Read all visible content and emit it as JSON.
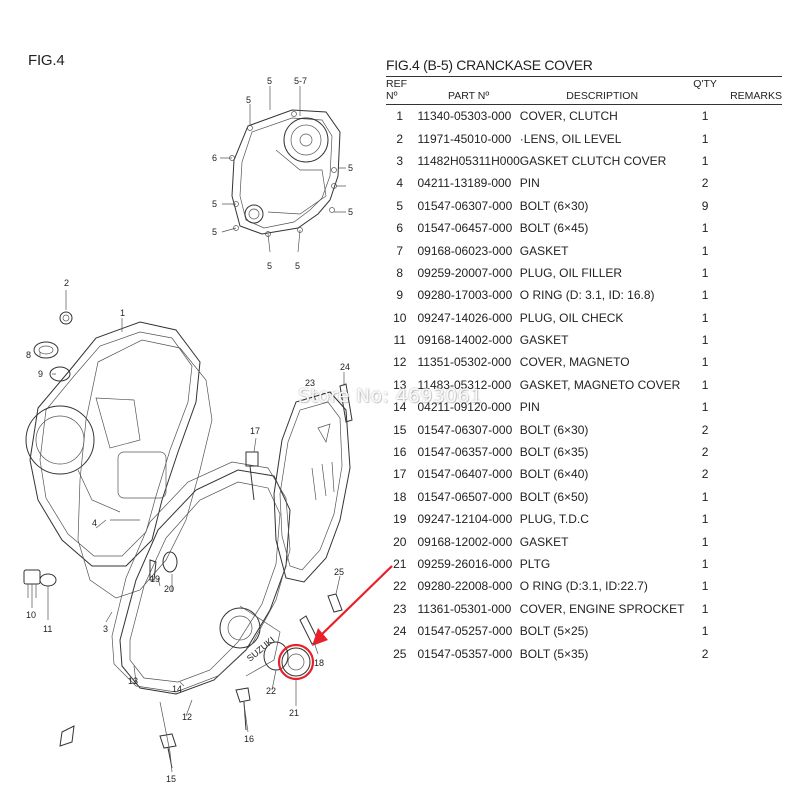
{
  "figure_label": "FIG.4",
  "parts_title": "FIG.4 (B-5) CRANCKASE COVER",
  "columns": {
    "ref": "REF Nº",
    "part": "PART Nº",
    "desc": "DESCRIPTION",
    "qty": "Q'TY",
    "remarks": "REMARKS"
  },
  "parts": [
    {
      "ref": "1",
      "part": "11340-05303-000",
      "desc": "COVER, CLUTCH",
      "qty": "1",
      "remarks": ""
    },
    {
      "ref": "2",
      "part": "11971-45010-000",
      "desc": "·LENS, OIL LEVEL",
      "qty": "1",
      "remarks": ""
    },
    {
      "ref": "3",
      "part": "11482H05311H000",
      "desc": "GASKET CLUTCH COVER",
      "qty": "1",
      "remarks": ""
    },
    {
      "ref": "4",
      "part": "04211-13189-000",
      "desc": "PIN",
      "qty": "2",
      "remarks": ""
    },
    {
      "ref": "5",
      "part": "01547-06307-000",
      "desc": "BOLT (6×30)",
      "qty": "9",
      "remarks": ""
    },
    {
      "ref": "6",
      "part": "01547-06457-000",
      "desc": "BOLT (6×45)",
      "qty": "1",
      "remarks": ""
    },
    {
      "ref": "7",
      "part": "09168-06023-000",
      "desc": "GASKET",
      "qty": "1",
      "remarks": ""
    },
    {
      "ref": "8",
      "part": "09259-20007-000",
      "desc": "PLUG, OIL FILLER",
      "qty": "1",
      "remarks": ""
    },
    {
      "ref": "9",
      "part": "09280-17003-000",
      "desc": "O RING (D: 3.1, ID: 16.8)",
      "qty": "1",
      "remarks": ""
    },
    {
      "ref": "10",
      "part": "09247-14026-000",
      "desc": "PLUG, OIL CHECK",
      "qty": "1",
      "remarks": ""
    },
    {
      "ref": "11",
      "part": "09168-14002-000",
      "desc": "GASKET",
      "qty": "1",
      "remarks": ""
    },
    {
      "ref": "12",
      "part": "11351-05302-000",
      "desc": "COVER, MAGNETO",
      "qty": "1",
      "remarks": ""
    },
    {
      "ref": "13",
      "part": "11483-05312-000",
      "desc": "GASKET, MAGNETO COVER",
      "qty": "1",
      "remarks": ""
    },
    {
      "ref": "14",
      "part": "04211-09120-000",
      "desc": "PIN",
      "qty": "1",
      "remarks": ""
    },
    {
      "ref": "15",
      "part": "01547-06307-000",
      "desc": "BOLT (6×30)",
      "qty": "2",
      "remarks": ""
    },
    {
      "ref": "16",
      "part": "01547-06357-000",
      "desc": "BOLT (6×35)",
      "qty": "2",
      "remarks": ""
    },
    {
      "ref": "17",
      "part": "01547-06407-000",
      "desc": "BOLT (6×40)",
      "qty": "2",
      "remarks": ""
    },
    {
      "ref": "18",
      "part": "01547-06507-000",
      "desc": "BOLT (6×50)",
      "qty": "1",
      "remarks": ""
    },
    {
      "ref": "19",
      "part": "09247-12104-000",
      "desc": "PLUG, T.D.C",
      "qty": "1",
      "remarks": ""
    },
    {
      "ref": "20",
      "part": "09168-12002-000",
      "desc": "GASKET",
      "qty": "1",
      "remarks": ""
    },
    {
      "ref": "21",
      "part": "09259-26016-000",
      "desc": "PLTG",
      "qty": "1",
      "remarks": ""
    },
    {
      "ref": "22",
      "part": "09280-22008-000",
      "desc": "O RING (D:3.1, ID:22.7)",
      "qty": "1",
      "remarks": ""
    },
    {
      "ref": "23",
      "part": "11361-05301-000",
      "desc": "COVER, ENGINE SPROCKET",
      "qty": "1",
      "remarks": ""
    },
    {
      "ref": "24",
      "part": "01547-05257-000",
      "desc": "BOLT (5×25)",
      "qty": "1",
      "remarks": ""
    },
    {
      "ref": "25",
      "part": "01547-05357-000",
      "desc": "BOLT (5×35)",
      "qty": "2",
      "remarks": ""
    }
  ],
  "callouts": {
    "c5a": "5",
    "c57": "5-7",
    "c5b": "5",
    "c6": "6",
    "c5c": "5",
    "c5d": "5",
    "c5e": "5",
    "c5f": "5",
    "c5g": "5",
    "c5h": "5",
    "c2": "2",
    "c1": "1",
    "c8": "8",
    "c9": "9",
    "c24": "24",
    "c23": "23",
    "c17": "17",
    "c4": "4",
    "c19": "19",
    "c20": "20",
    "c25": "25",
    "c10": "10",
    "c11": "11",
    "c3": "3",
    "c13": "13",
    "c22": "22",
    "c18": "18",
    "c21": "21",
    "c14": "14",
    "c12": "12",
    "c16": "16",
    "c15": "15"
  },
  "watermark": "Store No: 4693061",
  "colors": {
    "highlight": "#e8202a",
    "ink": "#333333"
  }
}
